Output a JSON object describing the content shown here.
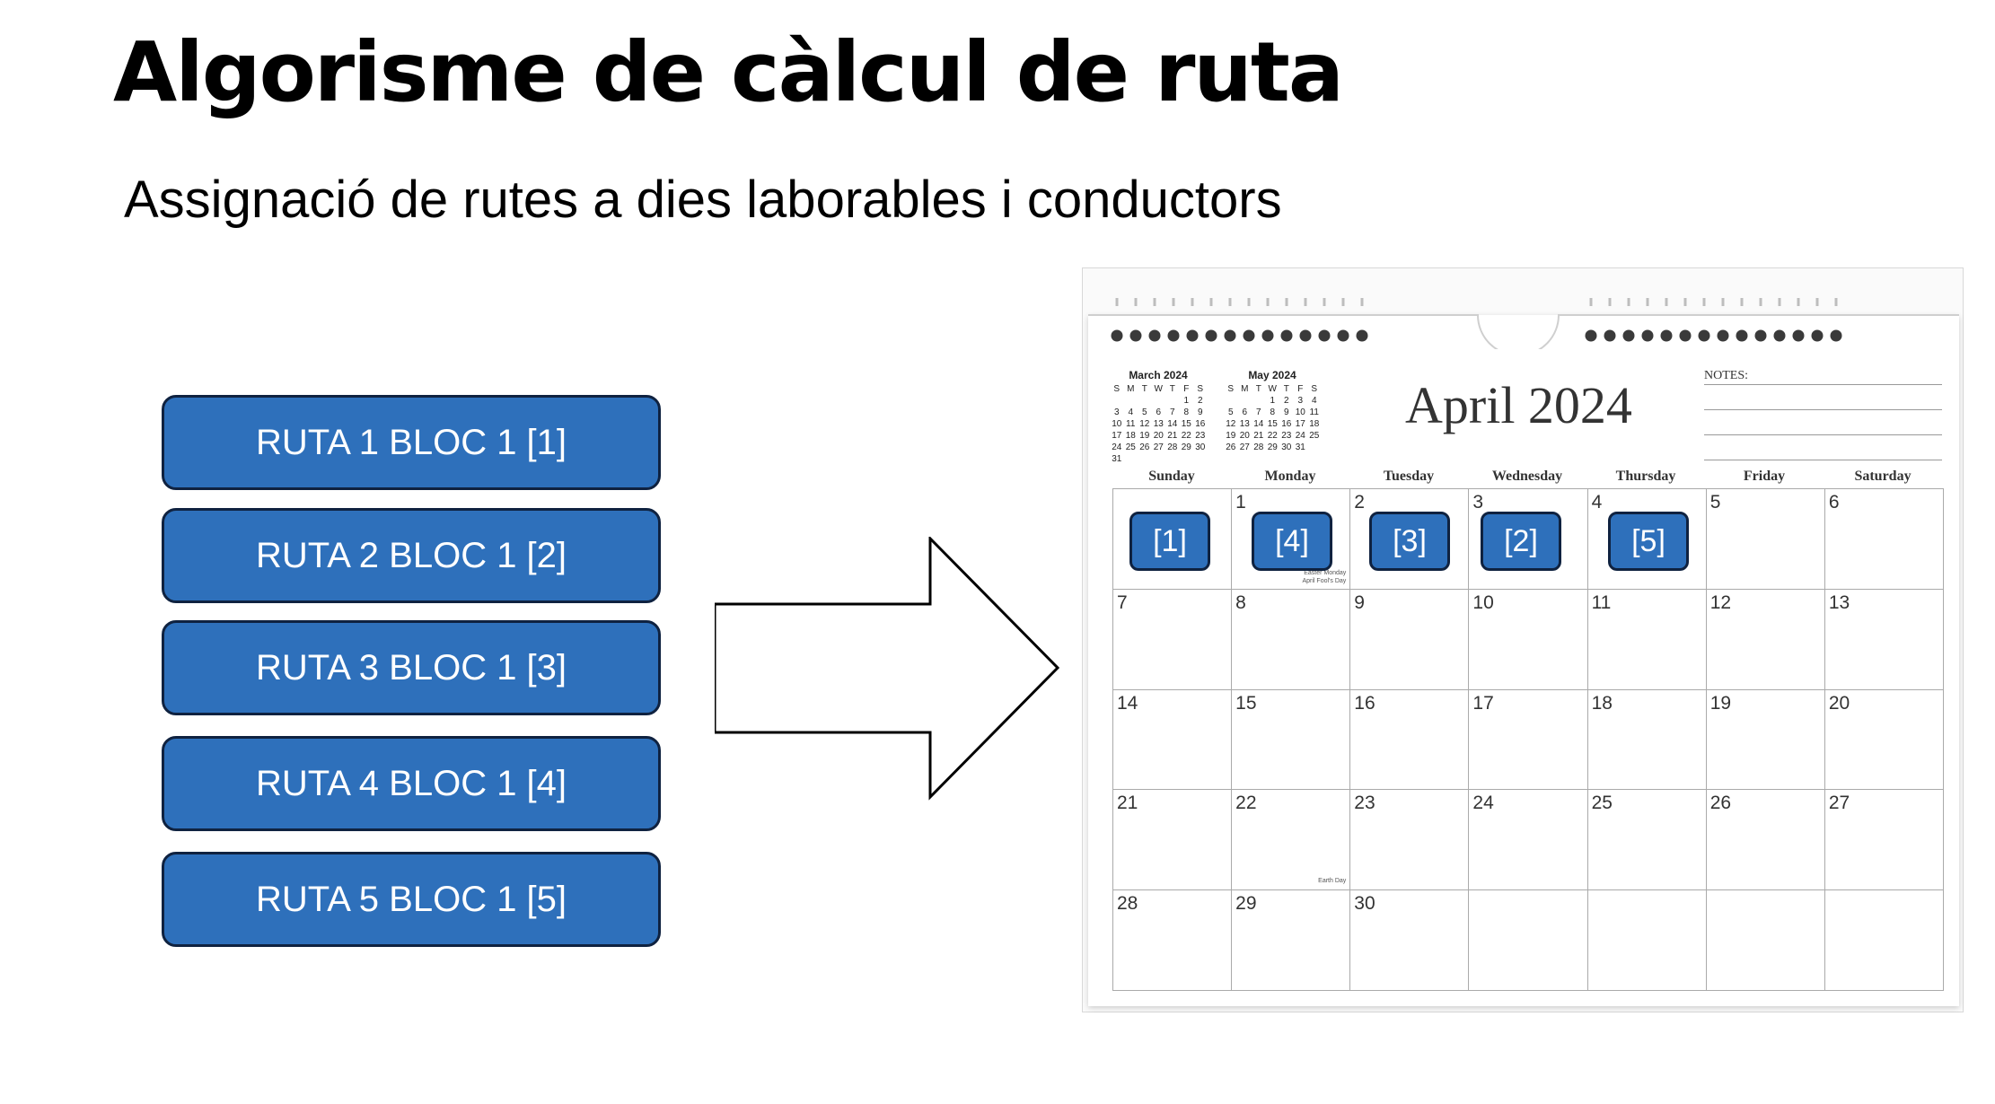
{
  "title": "Algorisme de càlcul de ruta",
  "subtitle": "Assignació de rutes a dies laborables i conductors",
  "routes": [
    "RUTA 1 BLOC 1 [1]",
    "RUTA 2 BLOC 1 [2]",
    "RUTA 3 BLOC 1 [3]",
    "RUTA 4 BLOC 1 [4]",
    "RUTA 5 BLOC 1 [5]"
  ],
  "calendar": {
    "month_title": "April 2024",
    "notes_label": "NOTES:",
    "mini_march": {
      "title": "March 2024",
      "weekdays": [
        "S",
        "M",
        "T",
        "W",
        "T",
        "F",
        "S"
      ],
      "days": [
        "",
        "",
        "",
        "",
        "",
        "1",
        "2",
        "3",
        "4",
        "5",
        "6",
        "7",
        "8",
        "9",
        "10",
        "11",
        "12",
        "13",
        "14",
        "15",
        "16",
        "17",
        "18",
        "19",
        "20",
        "21",
        "22",
        "23",
        "24",
        "25",
        "26",
        "27",
        "28",
        "29",
        "30",
        "31"
      ]
    },
    "mini_may": {
      "title": "May 2024",
      "weekdays": [
        "S",
        "M",
        "T",
        "W",
        "T",
        "F",
        "S"
      ],
      "days": [
        "",
        "",
        "",
        "1",
        "2",
        "3",
        "4",
        "5",
        "6",
        "7",
        "8",
        "9",
        "10",
        "11",
        "12",
        "13",
        "14",
        "15",
        "16",
        "17",
        "18",
        "19",
        "20",
        "21",
        "22",
        "23",
        "24",
        "25",
        "26",
        "27",
        "28",
        "29",
        "30",
        "31"
      ]
    },
    "day_names": [
      "Sunday",
      "Monday",
      "Tuesday",
      "Wednesday",
      "Thursday",
      "Friday",
      "Saturday"
    ],
    "cells": [
      "",
      "1",
      "2",
      "3",
      "4",
      "5",
      "6",
      "7",
      "8",
      "9",
      "10",
      "11",
      "12",
      "13",
      "14",
      "15",
      "16",
      "17",
      "18",
      "19",
      "20",
      "21",
      "22",
      "23",
      "24",
      "25",
      "26",
      "27",
      "28",
      "29",
      "30",
      "",
      "",
      "",
      ""
    ],
    "holidays": {
      "easter_monday": "Easter Monday",
      "april_fools": "April Fool's Day",
      "earth_day": "Earth Day"
    },
    "badges": [
      "[1]",
      "[4]",
      "[3]",
      "[2]",
      "[5]"
    ]
  },
  "colors": {
    "box_fill": "#2e70bb",
    "box_border": "#0f2240"
  }
}
